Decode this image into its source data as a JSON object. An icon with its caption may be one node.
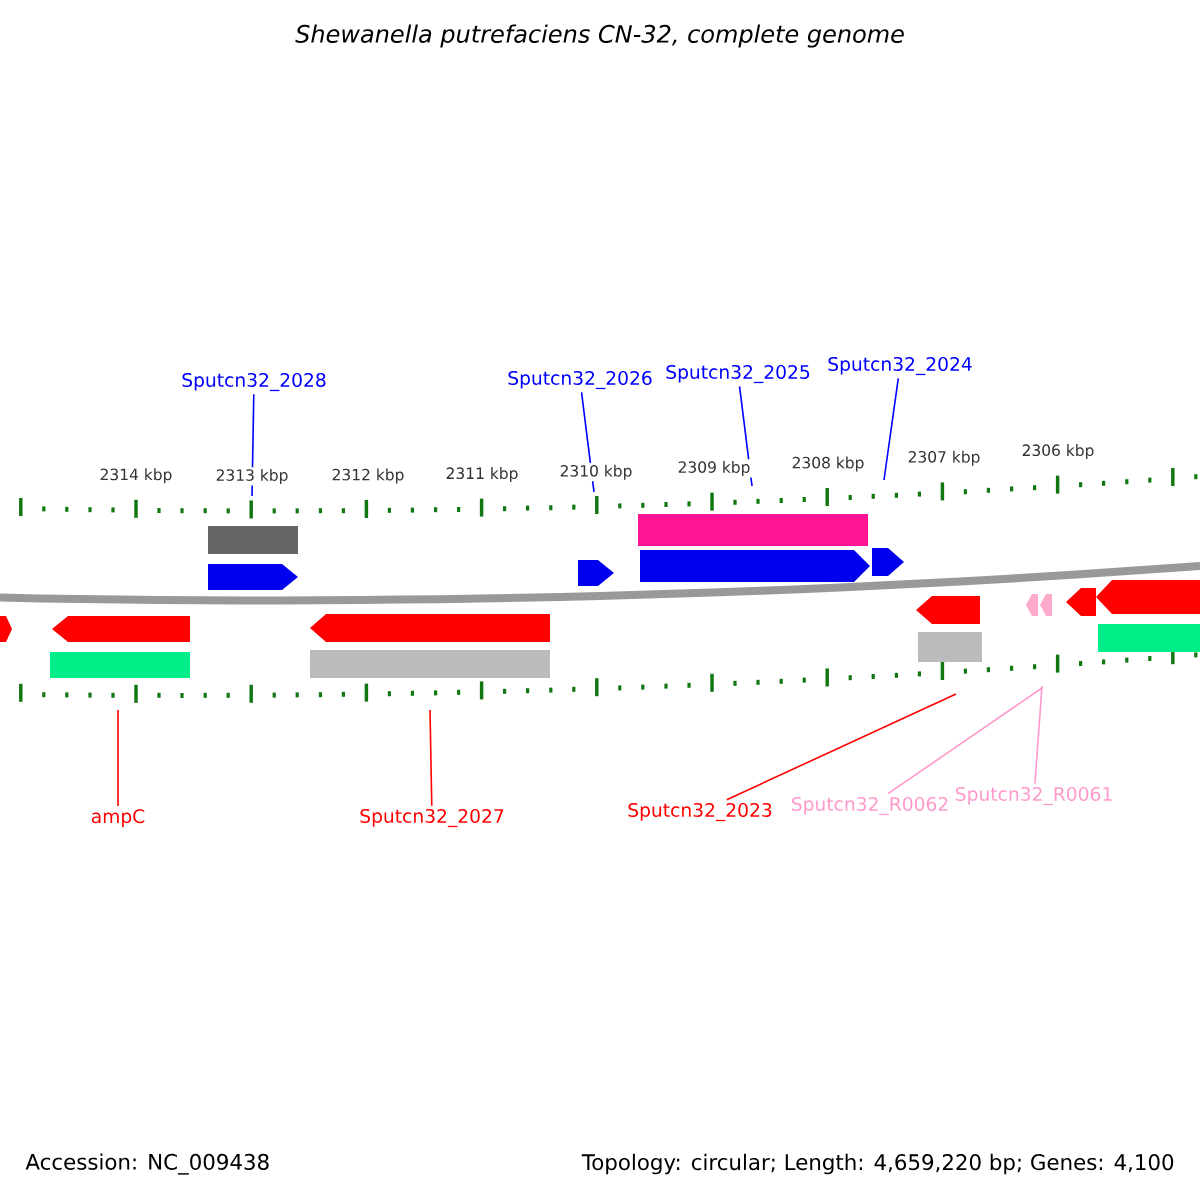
{
  "diagram": {
    "title": "Shewanella putrefaciens CN-32, complete genome",
    "nodes": [
      {
        "text": [
          "Sputcn32_2028"
        ]
      },
      {
        "text": [
          "Sputcn32_2026"
        ]
      },
      {
        "text": [
          "Sputcn32_2025"
        ]
      },
      {
        "text": [
          "Sputcn32_2024"
        ]
      },
      {
        "text": [
          "ampC"
        ]
      },
      {
        "text": [
          "Sputcn32_2027"
        ]
      },
      {
        "text": [
          "Sputcn32_2023"
        ]
      },
      {
        "text": [
          "Sputcn32_R0062"
        ]
      },
      {
        "text": [
          "Sputcn32_R0061"
        ]
      },
      {
        "text": [],
        "shape": "picture"
      }
    ],
    "edges": [
      {
        "from": 0,
        "to": 9,
        "arrow": "none"
      },
      {
        "from": 1,
        "to": 9,
        "arrow": "none"
      },
      {
        "from": 2,
        "to": 9,
        "arrow": "none"
      },
      {
        "from": 3,
        "to": 9,
        "arrow": "none"
      },
      {
        "from": 4,
        "to": 9,
        "arrow": "none",
        "color": "#ff0000"
      },
      {
        "from": 5,
        "to": 9,
        "arrow": "none",
        "color": "#ff0000"
      },
      {
        "from": 6,
        "to": 9,
        "arrow": "none",
        "color": "#ff0000"
      },
      {
        "from": 7,
        "to": 9,
        "arrow": "none",
        "color": "#ff99cc"
      },
      {
        "from": 8,
        "to": 9,
        "arrow": "none",
        "color": "#ff99cc"
      }
    ],
    "labels": [
      "2314 kbp",
      "2313 kbp",
      "2312 kbp",
      "2311 kbp",
      "2310 kbp",
      "2309 kbp",
      "2308 kbp",
      "2307 kbp",
      "2306 kbp",
      "Accession: NC_009438",
      "Topology: circular; Length: 4,659,220 bp; Genes: 4,100"
    ]
  }
}
